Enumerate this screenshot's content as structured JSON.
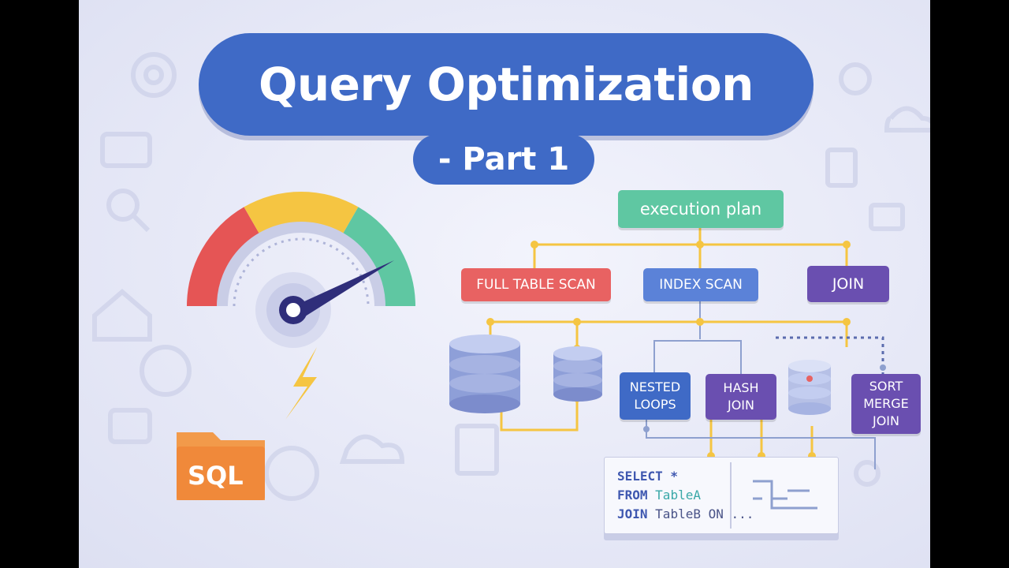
{
  "title": "Query Optimization",
  "subtitle": "- Part 1",
  "nodes": {
    "execution_plan": "execution plan",
    "full_table_scan": "FULL TABLE SCAN",
    "index_scan": "INDEX SCAN",
    "join": "JOIN",
    "nested_loops": "NESTED\nLOOPS",
    "hash_join": "HASH\nJOIN",
    "sort_merge_join": "SORT\nMERGE\nJOIN"
  },
  "sql_folder_label": "SQL",
  "code": {
    "line1_kw": "SELECT *",
    "line2_kw": "FROM",
    "line2_tbl": "TableA",
    "line3_kw": "JOIN",
    "line3_rest": "TableB ON ..."
  },
  "colors": {
    "title_blue": "#3f6ac6",
    "exec_green": "#5fc7a2",
    "scan_red": "#e86262",
    "index_blue": "#5b82d8",
    "join_purple": "#6a4fb0",
    "connector_yellow": "#f5c542"
  },
  "icons": [
    "speedometer-icon",
    "lightning-icon",
    "folder-icon",
    "database-icon"
  ]
}
